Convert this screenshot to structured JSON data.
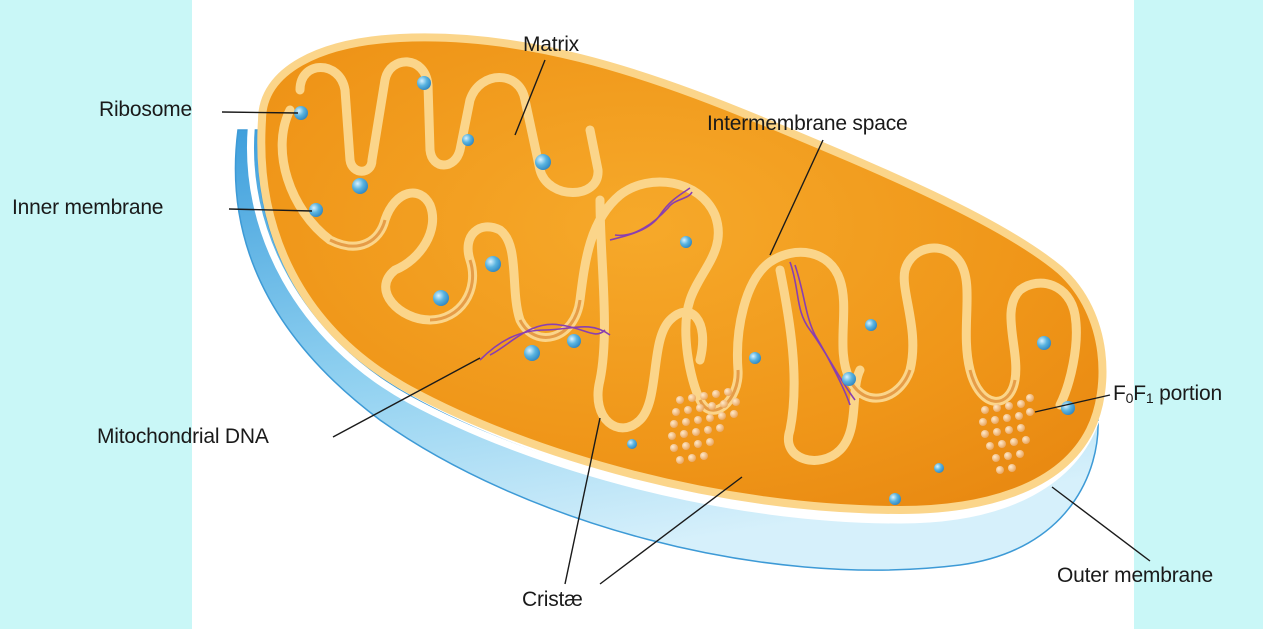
{
  "colors": {
    "background": "#c9f7f7",
    "panel": "#ffffff",
    "outer_membrane": "#7ec6ec",
    "outer_membrane_edge": "#3d9ad6",
    "matrix": "#f29a1c",
    "inner_membrane": "#fbd58a",
    "ribosome": "#5ab4e0",
    "dna": "#8a3fb0"
  },
  "labels": {
    "ribosome": "Ribosome",
    "inner_membrane": "Inner membrane",
    "matrix": "Matrix",
    "intermembrane_space": "Intermembrane space",
    "mitochondrial_dna": "Mitochondrial DNA",
    "f0f1_f": "F",
    "f0f1_sub0": "0",
    "f0f1_f2": "F",
    "f0f1_sub1": "1",
    "f0f1_rest": "portion",
    "cristae": "Cristæ",
    "outer_membrane": "Outer membrane"
  }
}
